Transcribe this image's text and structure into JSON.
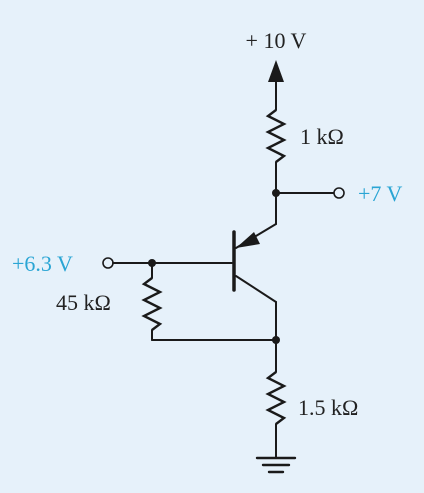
{
  "supply": {
    "label": "+ 10 V"
  },
  "collector_resistor": {
    "label": "1 kΩ"
  },
  "collector_output": {
    "label": "+7 V"
  },
  "base_input": {
    "label": "+6.3 V"
  },
  "base_resistor": {
    "label": "45 kΩ"
  },
  "emitter_resistor": {
    "label": "1.5 kΩ"
  },
  "colors": {
    "accent": "#2aa5d4",
    "wire": "#1a1a1a",
    "background": "#e6f1fa"
  }
}
